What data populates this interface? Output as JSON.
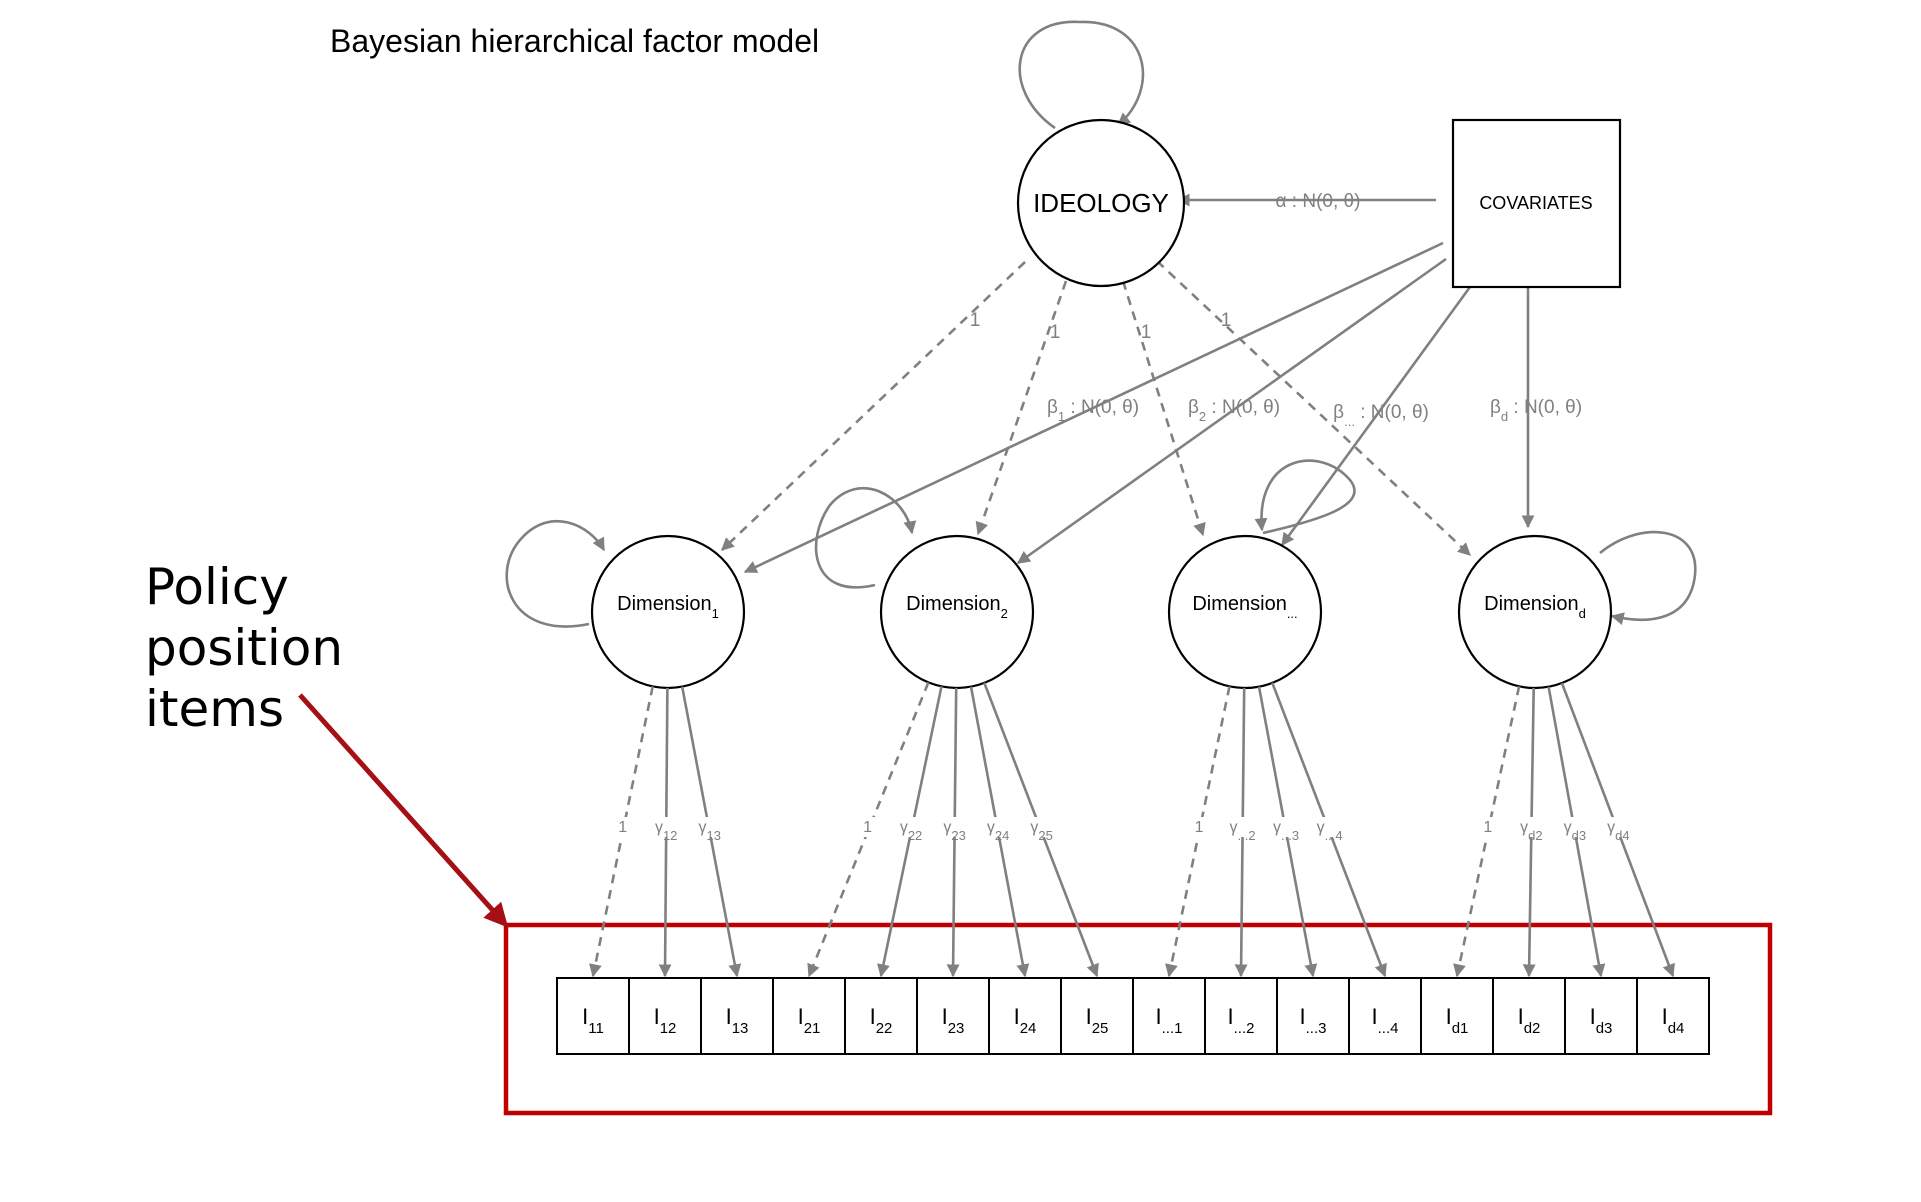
{
  "title": "Bayesian hierarchical factor model",
  "nodes": {
    "ideology": "IDEOLOGY",
    "covariates": "COVARIATES",
    "dimensions": [
      {
        "base": "Dimension",
        "sub": "1"
      },
      {
        "base": "Dimension",
        "sub": "2"
      },
      {
        "base": "Dimension",
        "sub": "..."
      },
      {
        "base": "Dimension",
        "sub": "d"
      }
    ]
  },
  "edge_labels": {
    "alpha": "α : N(0, θ)",
    "ideology_loadings": [
      "1",
      "1",
      "1",
      "1"
    ],
    "betas": [
      {
        "base": "β",
        "sub": "1",
        "rest": " : N(0, θ)"
      },
      {
        "base": "β",
        "sub": "2",
        "rest": " : N(0, θ)"
      },
      {
        "base": "β",
        "sub": "...",
        "rest": " : N(0, θ)"
      },
      {
        "base": "β",
        "sub": "d",
        "rest": " : N(0, θ)"
      }
    ]
  },
  "item_loadings": [
    [
      {
        "base": "1",
        "sub": ""
      },
      {
        "base": "γ",
        "sub": "12"
      },
      {
        "base": "γ",
        "sub": "13"
      }
    ],
    [
      {
        "base": "1",
        "sub": ""
      },
      {
        "base": "γ",
        "sub": "22"
      },
      {
        "base": "γ",
        "sub": "23"
      },
      {
        "base": "γ",
        "sub": "24"
      },
      {
        "base": "γ",
        "sub": "25"
      }
    ],
    [
      {
        "base": "1",
        "sub": ""
      },
      {
        "base": "γ",
        "sub": "...2"
      },
      {
        "base": "γ",
        "sub": "...3"
      },
      {
        "base": "γ",
        "sub": "...4"
      }
    ],
    [
      {
        "base": "1",
        "sub": ""
      },
      {
        "base": "γ",
        "sub": "d2"
      },
      {
        "base": "γ",
        "sub": "d3"
      },
      {
        "base": "γ",
        "sub": "d4"
      }
    ]
  ],
  "items": [
    {
      "base": "I",
      "sub": "11"
    },
    {
      "base": "I",
      "sub": "12"
    },
    {
      "base": "I",
      "sub": "13"
    },
    {
      "base": "I",
      "sub": "21"
    },
    {
      "base": "I",
      "sub": "22"
    },
    {
      "base": "I",
      "sub": "23"
    },
    {
      "base": "I",
      "sub": "24"
    },
    {
      "base": "I",
      "sub": "25"
    },
    {
      "base": "I",
      "sub": "...1"
    },
    {
      "base": "I",
      "sub": "...2"
    },
    {
      "base": "I",
      "sub": "...3"
    },
    {
      "base": "I",
      "sub": "...4"
    },
    {
      "base": "I",
      "sub": "d1"
    },
    {
      "base": "I",
      "sub": "d2"
    },
    {
      "base": "I",
      "sub": "d3"
    },
    {
      "base": "I",
      "sub": "d4"
    }
  ],
  "callout": {
    "lines": [
      "Policy",
      "position",
      "items"
    ]
  },
  "colors": {
    "edge": "#808080",
    "node_stroke": "#000000",
    "callout_box": "#c00000",
    "callout_arrow": "#a50f15"
  }
}
